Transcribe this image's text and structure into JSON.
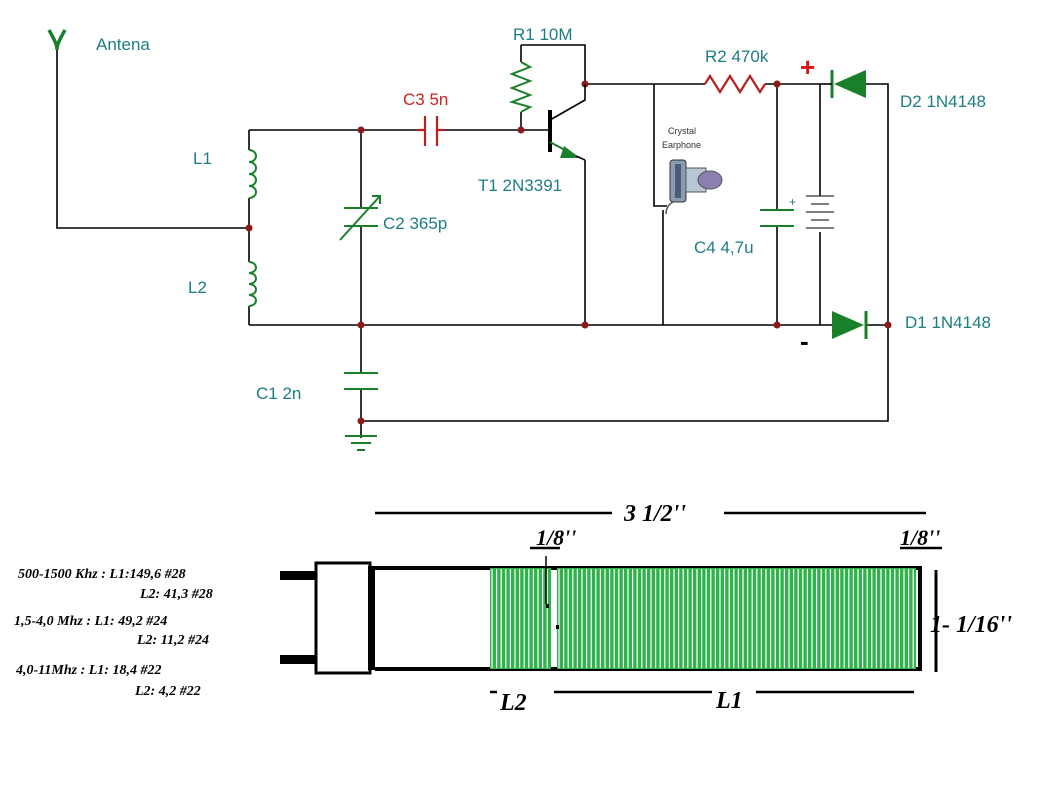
{
  "schematic": {
    "antenna": "Antena",
    "l1": "L1",
    "l2": "L2",
    "c1": "C1 2n",
    "c2": "C2 365p",
    "c3": "C3 5n",
    "r1": "R1 10M",
    "r2": "R2 470k",
    "t1": "T1 2N3391",
    "earphone_line1": "Crystal",
    "earphone_line2": "Earphone",
    "c4": "C4 4,7u",
    "d1": "D1 1N4148",
    "d2": "D2 1N4148",
    "plus": "+",
    "minus": "-",
    "cap_plus": "+"
  },
  "coil": {
    "total_length": "3 1/2''",
    "gap_left": "1/8''",
    "gap_right": "1/8''",
    "diameter": "1- 1/16''",
    "l2_label": "L2",
    "l1_label": "L1",
    "dash_l2": "-",
    "dash_l1": "-"
  },
  "winding_table": [
    {
      "range": "500-1500 Khz : L1:149,6 #28",
      "l2": "L2:  41,3 #28"
    },
    {
      "range": "1,5-4,0 Mhz   : L1: 49,2 #24",
      "l2": "L2: 11,2 #24"
    },
    {
      "range": "4,0-11Mhz     : L1: 18,4 #22",
      "l2": "L2:  4,2 #22"
    }
  ],
  "colors": {
    "wire": "#000000",
    "component": "#1a7f2a",
    "capacitor_c3": "#b82020",
    "label": "#1d7d86",
    "coil_winding": "#2fb34a"
  }
}
